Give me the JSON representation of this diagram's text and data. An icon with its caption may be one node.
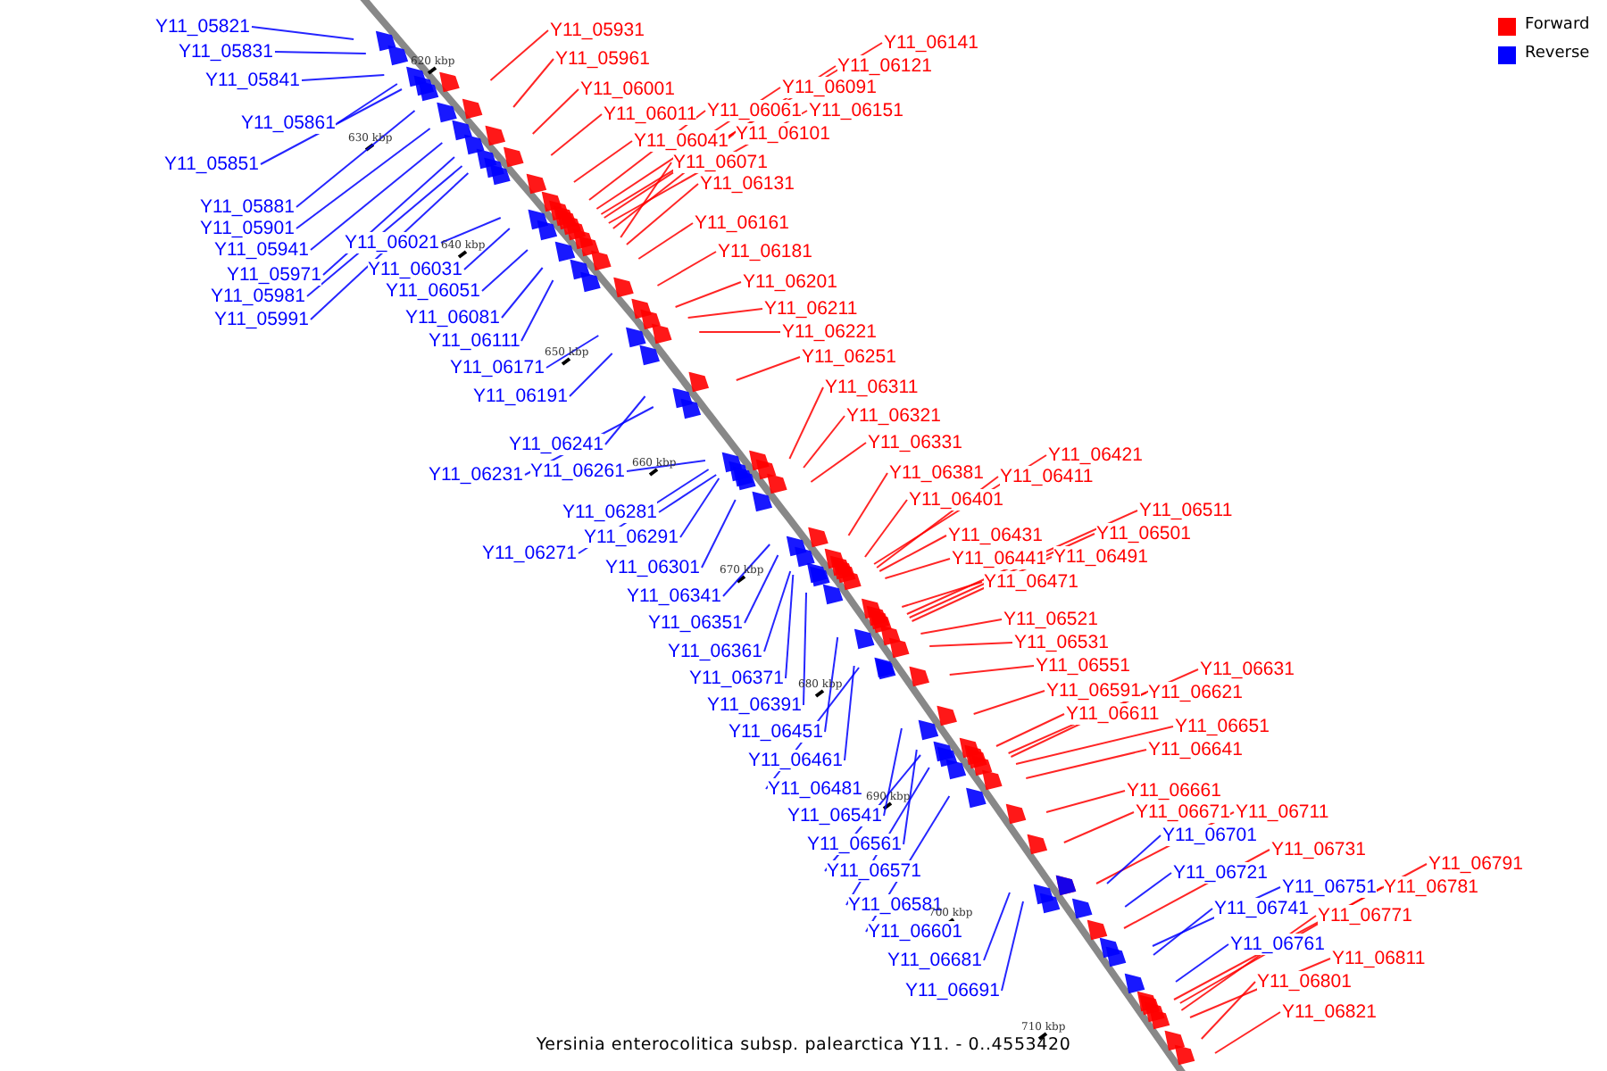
{
  "diagram": {
    "caption": "Yersinia enterocolitica subsp. palearctica Y11. - 0..4553420",
    "nodes": [
      {
        "text": [
          "Y11_05821"
        ]
      },
      {
        "text": [
          "Y11_05831"
        ]
      },
      {
        "text": [
          "Y11_05841"
        ]
      },
      {
        "text": [
          "Y11_05861"
        ]
      },
      {
        "text": [
          "Y11_05851"
        ]
      },
      {
        "text": [
          "Y11_05881"
        ]
      },
      {
        "text": [
          "Y11_05901"
        ]
      },
      {
        "text": [
          "Y11_05941"
        ]
      },
      {
        "text": [
          "Y11_05971"
        ]
      },
      {
        "text": [
          "Y11_05981"
        ]
      },
      {
        "text": [
          "Y11_05991"
        ]
      },
      {
        "text": [
          "Y11_06021"
        ]
      },
      {
        "text": [
          "Y11_06031"
        ]
      },
      {
        "text": [
          "Y11_06051"
        ]
      },
      {
        "text": [
          "Y11_06081"
        ]
      },
      {
        "text": [
          "Y11_06111"
        ]
      },
      {
        "text": [
          "Y11_06171"
        ]
      },
      {
        "text": [
          "Y11_06191"
        ]
      },
      {
        "text": [
          "Y11_06241"
        ]
      },
      {
        "text": [
          "Y11_06231"
        ]
      },
      {
        "text": [
          "Y11_06261"
        ]
      },
      {
        "text": [
          "Y11_06281"
        ]
      },
      {
        "text": [
          "Y11_06291"
        ]
      },
      {
        "text": [
          "Y11_06271"
        ]
      },
      {
        "text": [
          "Y11_06301"
        ]
      },
      {
        "text": [
          "Y11_06341"
        ]
      },
      {
        "text": [
          "Y11_06351"
        ]
      },
      {
        "text": [
          "Y11_06361"
        ]
      },
      {
        "text": [
          "Y11_06371"
        ]
      },
      {
        "text": [
          "Y11_06391"
        ]
      },
      {
        "text": [
          "Y11_06451"
        ]
      },
      {
        "text": [
          "Y11_06461"
        ]
      },
      {
        "text": [
          "Y11_06481"
        ]
      },
      {
        "text": [
          "Y11_06541"
        ]
      },
      {
        "text": [
          "Y11_06561"
        ]
      },
      {
        "text": [
          "Y11_06571"
        ]
      },
      {
        "text": [
          "Y11_06581"
        ]
      },
      {
        "text": [
          "Y11_06601"
        ]
      },
      {
        "text": [
          "Y11_06681"
        ]
      },
      {
        "text": [
          "Y11_06691"
        ]
      },
      {
        "text": [
          "Y11_05931"
        ]
      },
      {
        "text": [
          "Y11_05961"
        ]
      },
      {
        "text": [
          "Y11_06001"
        ]
      },
      {
        "text": [
          "Y11_06011"
        ]
      },
      {
        "text": [
          "Y11_06041"
        ]
      },
      {
        "text": [
          "Y11_06061"
        ]
      },
      {
        "text": [
          "Y11_06091"
        ]
      },
      {
        "text": [
          "Y11_06141"
        ]
      },
      {
        "text": [
          "Y11_06121"
        ]
      },
      {
        "text": [
          "Y11_06151"
        ]
      },
      {
        "text": [
          "Y11_06101"
        ]
      },
      {
        "text": [
          "Y11_06071"
        ]
      },
      {
        "text": [
          "Y11_06131"
        ]
      },
      {
        "text": [
          "Y11_06161"
        ]
      },
      {
        "text": [
          "Y11_06181"
        ]
      },
      {
        "text": [
          "Y11_06201"
        ]
      },
      {
        "text": [
          "Y11_06211"
        ]
      },
      {
        "text": [
          "Y11_06221"
        ]
      },
      {
        "text": [
          "Y11_06251"
        ]
      },
      {
        "text": [
          "Y11_06311"
        ]
      },
      {
        "text": [
          "Y11_06321"
        ]
      },
      {
        "text": [
          "Y11_06331"
        ]
      },
      {
        "text": [
          "Y11_06381"
        ]
      },
      {
        "text": [
          "Y11_06401"
        ]
      },
      {
        "text": [
          "Y11_06421"
        ]
      },
      {
        "text": [
          "Y11_06411"
        ]
      },
      {
        "text": [
          "Y11_06431"
        ]
      },
      {
        "text": [
          "Y11_06441"
        ]
      },
      {
        "text": [
          "Y11_06471"
        ]
      },
      {
        "text": [
          "Y11_06511"
        ]
      },
      {
        "text": [
          "Y11_06501"
        ]
      },
      {
        "text": [
          "Y11_06491"
        ]
      },
      {
        "text": [
          "Y11_06521"
        ]
      },
      {
        "text": [
          "Y11_06531"
        ]
      },
      {
        "text": [
          "Y11_06551"
        ]
      },
      {
        "text": [
          "Y11_06591"
        ]
      },
      {
        "text": [
          "Y11_06611"
        ]
      },
      {
        "text": [
          "Y11_06631"
        ]
      },
      {
        "text": [
          "Y11_06621"
        ]
      },
      {
        "text": [
          "Y11_06651"
        ]
      },
      {
        "text": [
          "Y11_06641"
        ]
      },
      {
        "text": [
          "Y11_06661"
        ]
      },
      {
        "text": [
          "Y11_06671"
        ]
      },
      {
        "text": [
          "Y11_06711"
        ]
      },
      {
        "text": [
          "Y11_06731"
        ]
      },
      {
        "text": [
          "Y11_06791"
        ]
      },
      {
        "text": [
          "Y11_06781"
        ]
      },
      {
        "text": [
          "Y11_06771"
        ]
      },
      {
        "text": [
          "Y11_06811"
        ]
      },
      {
        "text": [
          "Y11_06801"
        ]
      },
      {
        "text": [
          "Y11_06821"
        ]
      },
      {
        "text": [
          "Y11_06701"
        ]
      },
      {
        "text": [
          "Y11_06721"
        ]
      },
      {
        "text": [
          "Y11_06751"
        ]
      },
      {
        "text": [
          "Y11_06741"
        ]
      },
      {
        "text": [
          "Y11_06761"
        ]
      }
    ],
    "edges": [
      {
        "from": 0,
        "to": null,
        "arrow": "none",
        "color": "#0000ff"
      },
      {
        "from": 1,
        "to": null,
        "arrow": "none",
        "color": "#0000ff"
      },
      {
        "from": 2,
        "to": null,
        "arrow": "none",
        "color": "#0000ff"
      },
      {
        "from": 3,
        "to": null,
        "arrow": "none",
        "color": "#0000ff"
      },
      {
        "from": 4,
        "to": null,
        "arrow": "none",
        "color": "#0000ff"
      },
      {
        "from": 5,
        "to": null,
        "arrow": "none",
        "color": "#0000ff"
      },
      {
        "from": 6,
        "to": null,
        "arrow": "none",
        "color": "#0000ff"
      },
      {
        "from": 7,
        "to": null,
        "arrow": "none",
        "color": "#0000ff"
      },
      {
        "from": 8,
        "to": null,
        "arrow": "none",
        "color": "#0000ff"
      },
      {
        "from": 9,
        "to": null,
        "arrow": "none",
        "color": "#0000ff"
      },
      {
        "from": 10,
        "to": null,
        "arrow": "none",
        "color": "#0000ff"
      },
      {
        "from": 11,
        "to": null,
        "arrow": "none",
        "color": "#0000ff"
      },
      {
        "from": 12,
        "to": null,
        "arrow": "none",
        "color": "#0000ff"
      },
      {
        "from": 13,
        "to": null,
        "arrow": "none",
        "color": "#0000ff"
      },
      {
        "from": 14,
        "to": null,
        "arrow": "none",
        "color": "#0000ff"
      },
      {
        "from": 15,
        "to": null,
        "arrow": "none",
        "color": "#0000ff"
      },
      {
        "from": 16,
        "to": null,
        "arrow": "none",
        "color": "#0000ff"
      },
      {
        "from": 17,
        "to": null,
        "arrow": "none",
        "color": "#0000ff"
      },
      {
        "from": 18,
        "to": null,
        "arrow": "none",
        "color": "#0000ff"
      },
      {
        "from": 19,
        "to": null,
        "arrow": "none",
        "color": "#0000ff"
      },
      {
        "from": 20,
        "to": null,
        "arrow": "none",
        "color": "#0000ff"
      },
      {
        "from": 21,
        "to": null,
        "arrow": "none",
        "color": "#0000ff"
      },
      {
        "from": 22,
        "to": null,
        "arrow": "none",
        "color": "#0000ff"
      },
      {
        "from": 23,
        "to": null,
        "arrow": "none",
        "color": "#0000ff"
      },
      {
        "from": 24,
        "to": null,
        "arrow": "none",
        "color": "#0000ff"
      },
      {
        "from": 25,
        "to": null,
        "arrow": "none",
        "color": "#0000ff"
      },
      {
        "from": 26,
        "to": null,
        "arrow": "none",
        "color": "#0000ff"
      },
      {
        "from": 27,
        "to": null,
        "arrow": "none",
        "color": "#0000ff"
      },
      {
        "from": 28,
        "to": null,
        "arrow": "none",
        "color": "#0000ff"
      },
      {
        "from": 29,
        "to": null,
        "arrow": "none",
        "color": "#0000ff"
      },
      {
        "from": 30,
        "to": null,
        "arrow": "none",
        "color": "#0000ff"
      },
      {
        "from": 31,
        "to": null,
        "arrow": "none",
        "color": "#0000ff"
      },
      {
        "from": 32,
        "to": null,
        "arrow": "none",
        "color": "#0000ff"
      },
      {
        "from": 33,
        "to": null,
        "arrow": "none",
        "color": "#0000ff"
      },
      {
        "from": 34,
        "to": null,
        "arrow": "none",
        "color": "#0000ff"
      },
      {
        "from": 35,
        "to": null,
        "arrow": "none",
        "color": "#0000ff"
      },
      {
        "from": 36,
        "to": null,
        "arrow": "none",
        "color": "#0000ff"
      },
      {
        "from": 37,
        "to": null,
        "arrow": "none",
        "color": "#0000ff"
      },
      {
        "from": 38,
        "to": null,
        "arrow": "none",
        "color": "#0000ff"
      },
      {
        "from": 39,
        "to": null,
        "arrow": "none",
        "color": "#0000ff"
      },
      {
        "from": 40,
        "to": null,
        "arrow": "none"
      },
      {
        "from": 41,
        "to": null,
        "arrow": "none"
      },
      {
        "from": 42,
        "to": null,
        "arrow": "none"
      },
      {
        "from": 43,
        "to": null,
        "arrow": "none"
      },
      {
        "from": 44,
        "to": null,
        "arrow": "none"
      },
      {
        "from": 45,
        "to": null,
        "arrow": "none"
      },
      {
        "from": 46,
        "to": null,
        "arrow": "none"
      },
      {
        "from": 47,
        "to": null,
        "arrow": "none"
      },
      {
        "from": 48,
        "to": null,
        "arrow": "none"
      },
      {
        "from": 49,
        "to": null,
        "arrow": "none"
      },
      {
        "from": 50,
        "to": null,
        "arrow": "none"
      },
      {
        "from": 51,
        "to": null,
        "arrow": "none"
      },
      {
        "from": 52,
        "to": null,
        "arrow": "none"
      },
      {
        "from": 53,
        "to": null,
        "arrow": "none"
      },
      {
        "from": 54,
        "to": null,
        "arrow": "none"
      },
      {
        "from": 55,
        "to": null,
        "arrow": "none"
      },
      {
        "from": 56,
        "to": null,
        "arrow": "none"
      },
      {
        "from": 57,
        "to": null,
        "arrow": "none"
      },
      {
        "from": 58,
        "to": null,
        "arrow": "none"
      },
      {
        "from": 59,
        "to": null,
        "arrow": "none"
      },
      {
        "from": 60,
        "to": null,
        "arrow": "none"
      },
      {
        "from": 61,
        "to": null,
        "arrow": "none"
      },
      {
        "from": 62,
        "to": null,
        "arrow": "none"
      },
      {
        "from": 63,
        "to": null,
        "arrow": "none"
      },
      {
        "from": 64,
        "to": null,
        "arrow": "none"
      },
      {
        "from": 65,
        "to": null,
        "arrow": "none"
      },
      {
        "from": 66,
        "to": null,
        "arrow": "none"
      },
      {
        "from": 67,
        "to": null,
        "arrow": "none"
      },
      {
        "from": 68,
        "to": null,
        "arrow": "none"
      },
      {
        "from": 69,
        "to": null,
        "arrow": "none"
      },
      {
        "from": 70,
        "to": null,
        "arrow": "none"
      },
      {
        "from": 71,
        "to": null,
        "arrow": "none"
      },
      {
        "from": 72,
        "to": null,
        "arrow": "none"
      },
      {
        "from": 73,
        "to": null,
        "arrow": "none"
      },
      {
        "from": 74,
        "to": null,
        "arrow": "none"
      },
      {
        "from": 75,
        "to": null,
        "arrow": "none"
      },
      {
        "from": 76,
        "to": null,
        "arrow": "none"
      },
      {
        "from": 77,
        "to": null,
        "arrow": "none"
      },
      {
        "from": 78,
        "to": null,
        "arrow": "none"
      },
      {
        "from": 79,
        "to": null,
        "arrow": "none"
      },
      {
        "from": 80,
        "to": null,
        "arrow": "none"
      },
      {
        "from": 81,
        "to": null,
        "arrow": "none"
      },
      {
        "from": 82,
        "to": null,
        "arrow": "none"
      },
      {
        "from": 83,
        "to": null,
        "arrow": "none"
      },
      {
        "from": 84,
        "to": null,
        "arrow": "none"
      },
      {
        "from": 85,
        "to": null,
        "arrow": "none"
      },
      {
        "from": 86,
        "to": null,
        "arrow": "none"
      },
      {
        "from": 87,
        "to": null,
        "arrow": "none"
      },
      {
        "from": 88,
        "to": null,
        "arrow": "none"
      },
      {
        "from": 89,
        "to": null,
        "arrow": "none"
      },
      {
        "from": 90,
        "to": null,
        "arrow": "none"
      },
      {
        "from": 91,
        "to": null,
        "arrow": "none",
        "color": "#0000ff"
      },
      {
        "from": 92,
        "to": null,
        "arrow": "none",
        "color": "#0000ff"
      },
      {
        "from": 93,
        "to": null,
        "arrow": "none",
        "color": "#0000ff"
      },
      {
        "from": 94,
        "to": null,
        "arrow": "none",
        "color": "#0000ff"
      },
      {
        "from": 95,
        "to": null,
        "arrow": "none",
        "color": "#0000ff"
      }
    ],
    "labels": [
      "620 kbp",
      "630 kbp",
      "640 kbp",
      "650 kbp",
      "660 kbp",
      "670 kbp",
      "680 kbp",
      "690 kbp",
      "700 kbp",
      "710 kbp"
    ],
    "legend": [
      {
        "text": "Forward",
        "color": "#ff0000"
      },
      {
        "text": "Reverse",
        "color": "#0000ff"
      }
    ]
  }
}
